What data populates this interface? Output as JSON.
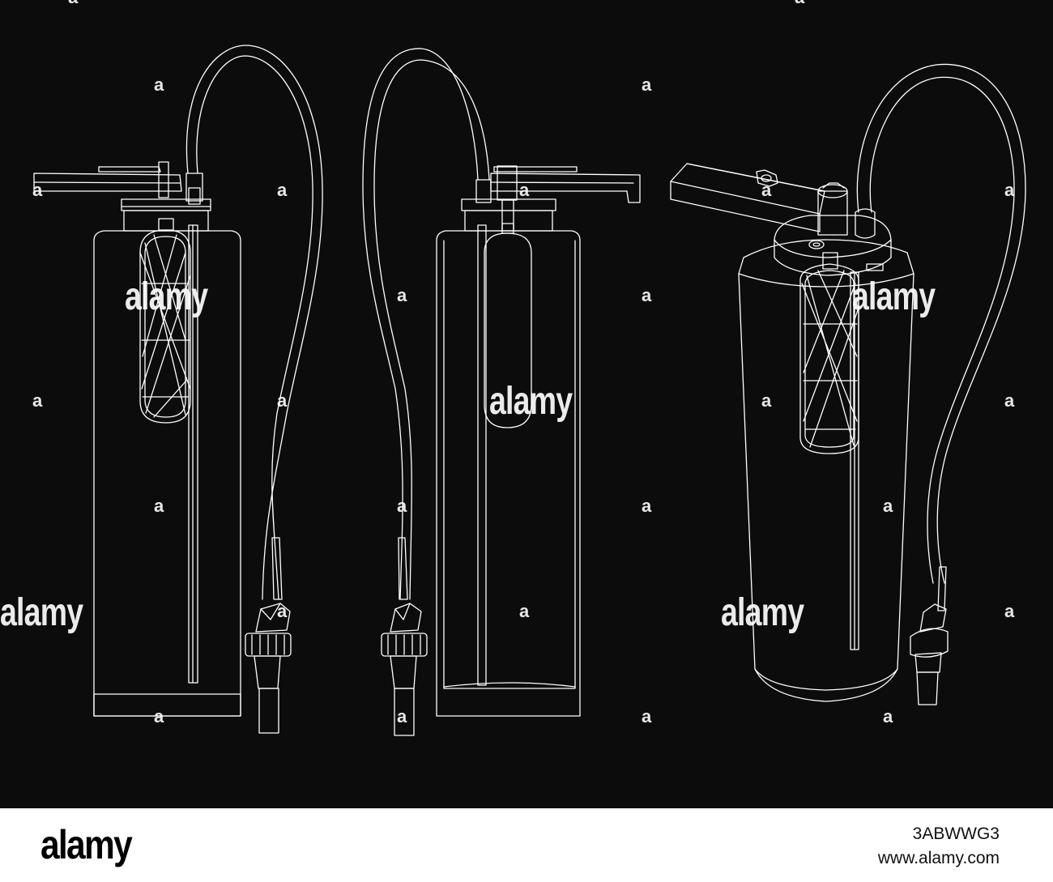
{
  "watermark": {
    "brand": "alamy",
    "letter": "a"
  },
  "footer": {
    "logo": "alamy",
    "image_id": "3ABWWG3",
    "url": "www.alamy.com"
  },
  "colors": {
    "background": "#0c0c0c",
    "line": "#ffffff",
    "footer_bg": "#ffffff"
  }
}
